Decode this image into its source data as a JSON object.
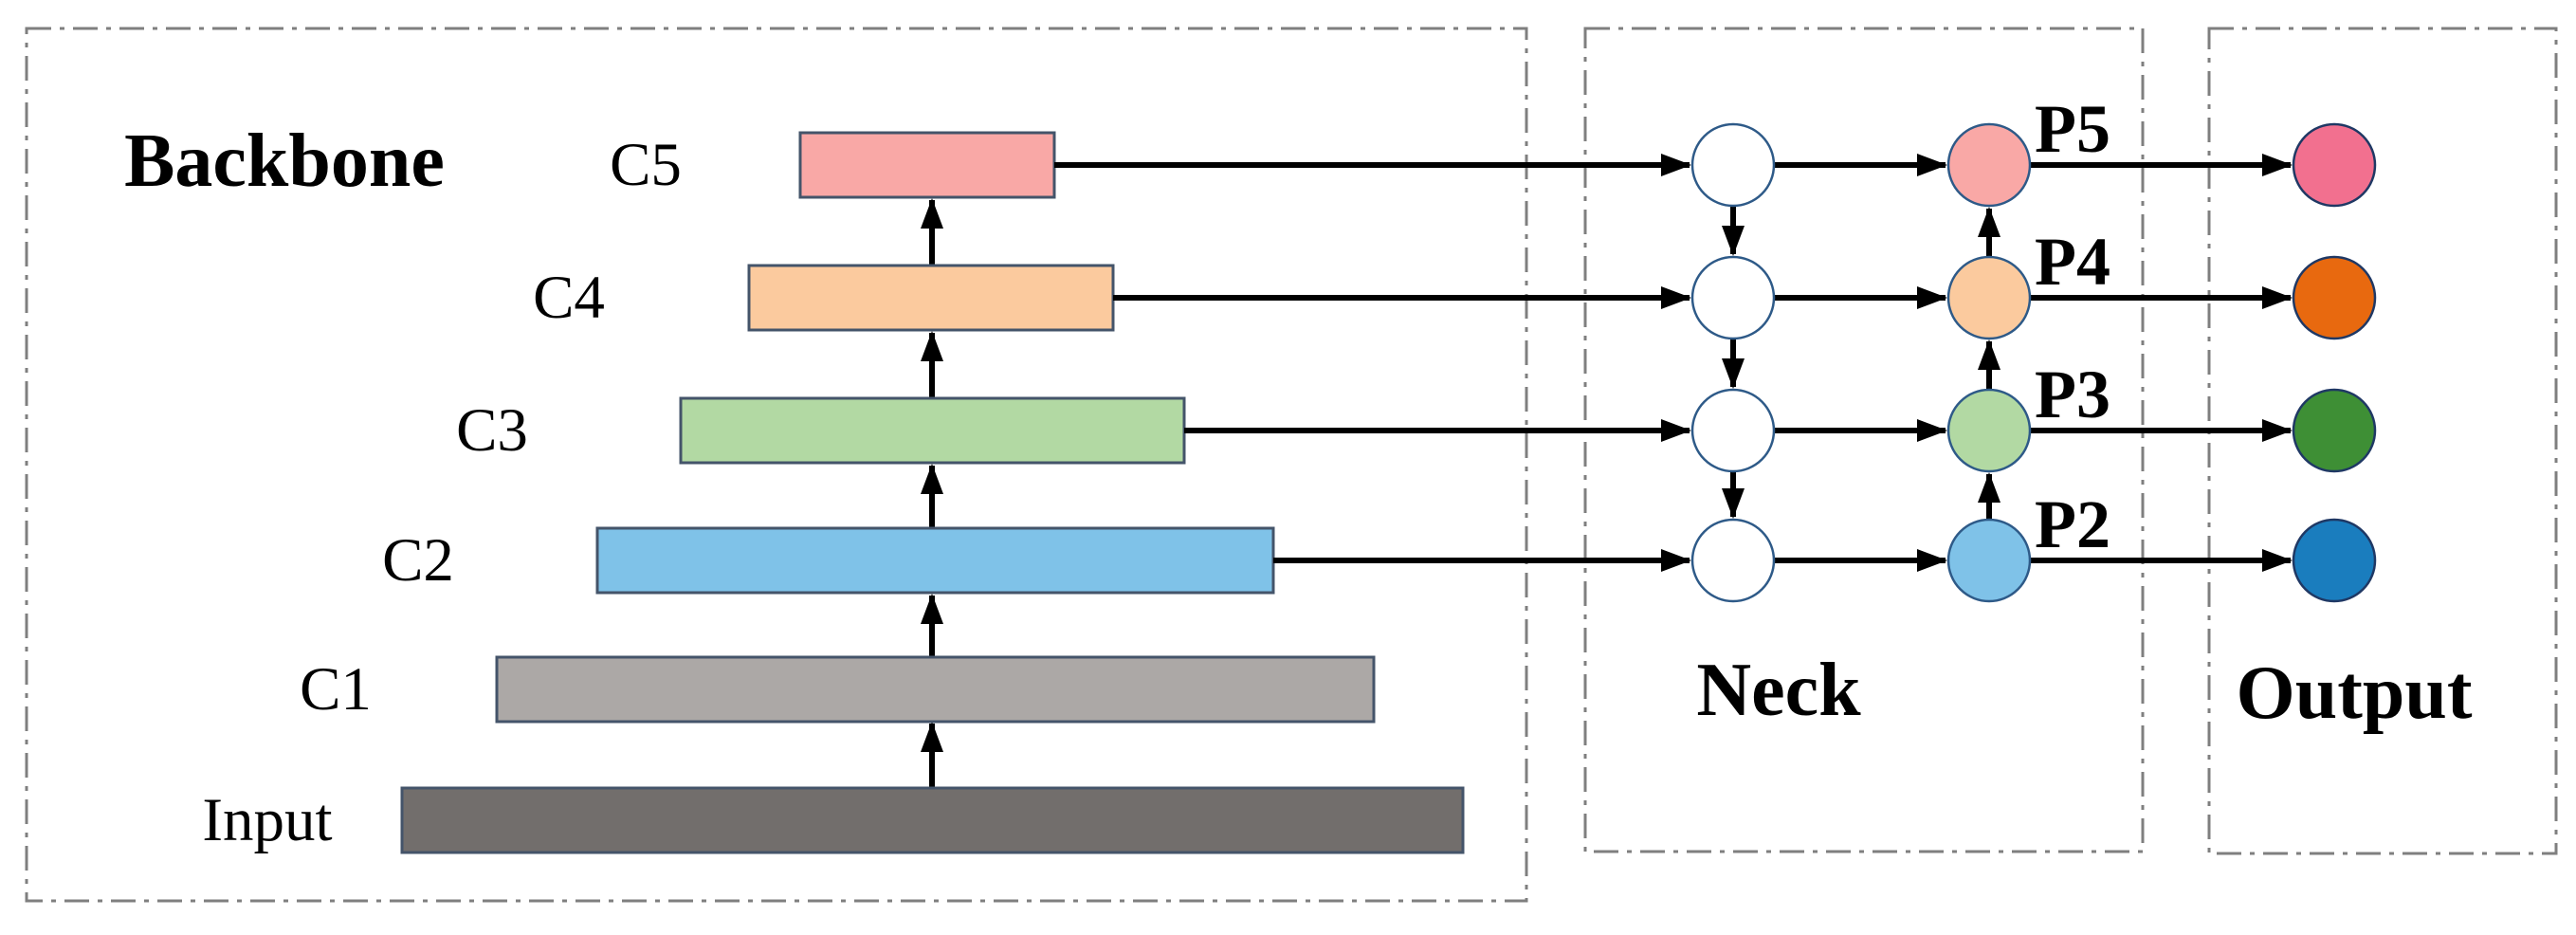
{
  "figure": {
    "backbone_title": "Backbone",
    "neck_title": "Neck",
    "output_title": "Output"
  },
  "backbone": {
    "layers": [
      {
        "label": "C5",
        "fill": "#F9A8A6"
      },
      {
        "label": "C4",
        "fill": "#FBCA9E"
      },
      {
        "label": "C3",
        "fill": "#B2D9A3"
      },
      {
        "label": "C2",
        "fill": "#7FC2E8"
      },
      {
        "label": "C1",
        "fill": "#ACA8A6"
      },
      {
        "label": "Input",
        "fill": "#726E6C"
      }
    ]
  },
  "neck": {
    "intermediate_node_fill": "#FFFFFF",
    "levels": [
      {
        "label": "P5",
        "fill": "#F9A8A6"
      },
      {
        "label": "P4",
        "fill": "#FBCA9E"
      },
      {
        "label": "P3",
        "fill": "#B2D9A3"
      },
      {
        "label": "P2",
        "fill": "#7FC2E8"
      }
    ]
  },
  "output": {
    "nodes": [
      {
        "level": "P5",
        "fill": "#F2708F"
      },
      {
        "level": "P4",
        "fill": "#E8690F"
      },
      {
        "level": "P3",
        "fill": "#3E8F35"
      },
      {
        "level": "P2",
        "fill": "#1A7DBE"
      }
    ]
  },
  "colors": {
    "bar_stroke": "#44546A",
    "node_stroke": "#2E5A88",
    "output_node_stroke": "#1F3864",
    "box_border": "#7F7F7F",
    "arrow": "#000000",
    "text": "#000000"
  }
}
